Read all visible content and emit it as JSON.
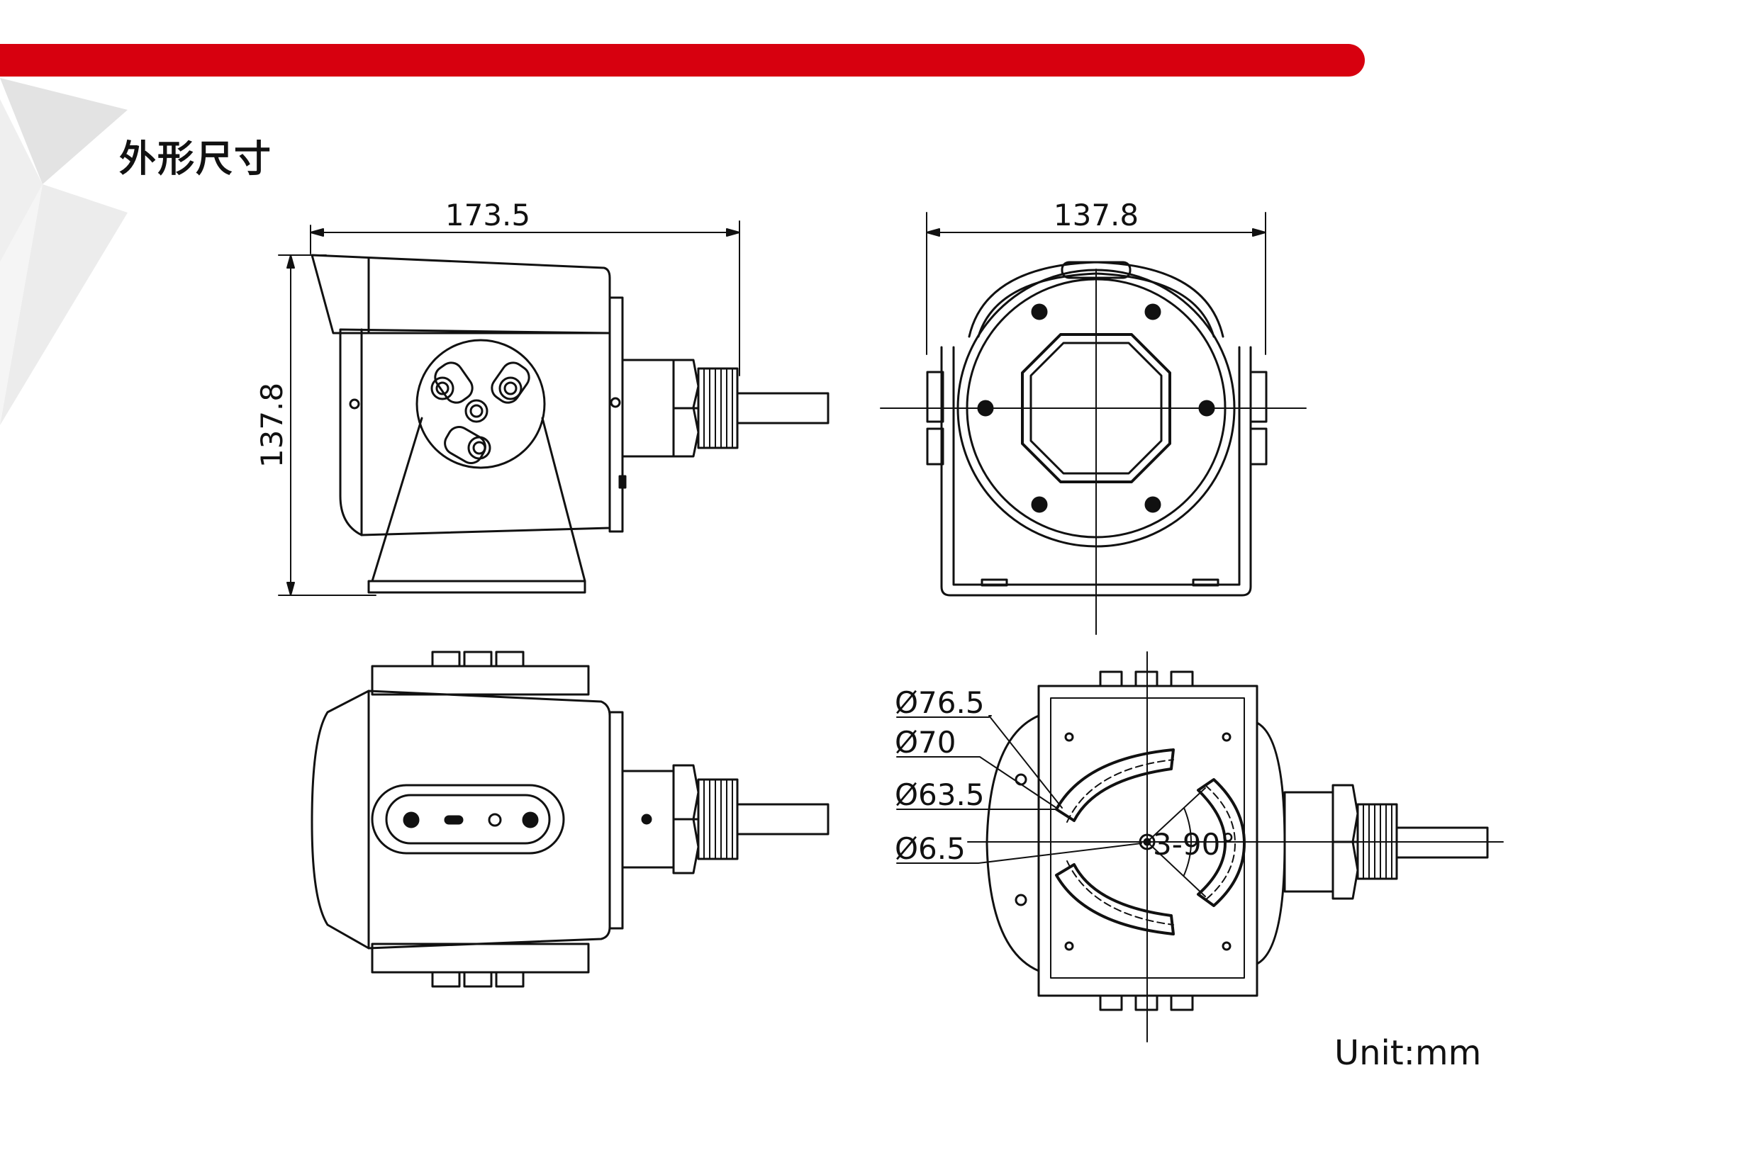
{
  "header": {
    "title": "外形尺寸",
    "brand_color": "#d7000f"
  },
  "dimensions": {
    "side_width": "173.5",
    "side_height": "137.8",
    "front_width": "137.8",
    "dia_outer": "Ø76.5",
    "dia_mid": "Ø70",
    "dia_inner": "Ø63.5",
    "dia_hole": "Ø6.5",
    "angle": "3-90°"
  },
  "unit": "Unit:mm"
}
